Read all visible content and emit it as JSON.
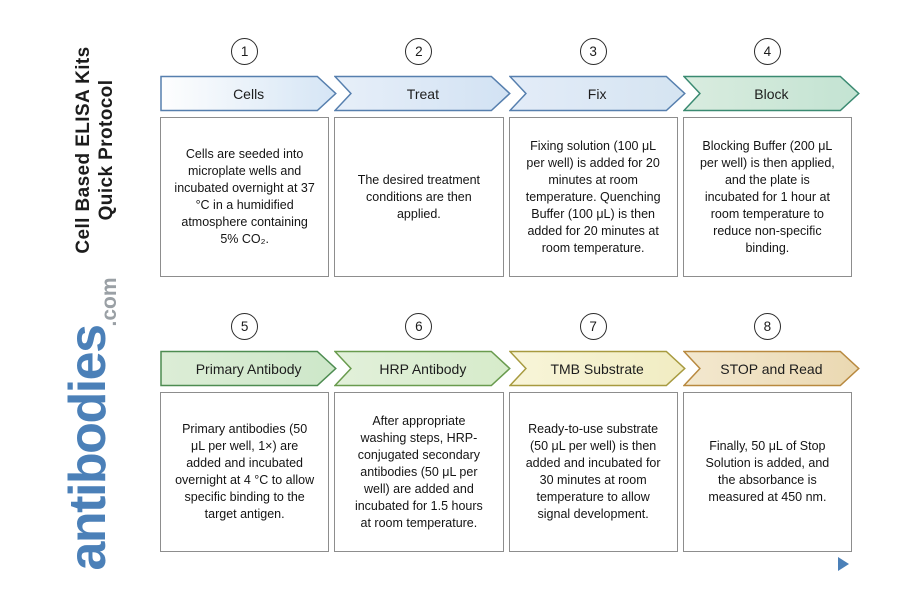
{
  "brand": {
    "vertical_title": {
      "line1": "Cell Based ELISA Kits",
      "line2": "Quick Protocol"
    },
    "logo": {
      "text": "antibodies",
      "suffix": ".com",
      "text_color": "#4b80b8",
      "suffix_color": "#9aa0a5"
    }
  },
  "rows": [
    {
      "steps": [
        {
          "number": "1",
          "label": "Cells",
          "description": "Cells are seeded into microplate wells and incubated overnight at 37 °C in a humidified atmosphere containing 5% CO₂.",
          "fill_left": "#fefefe",
          "fill_right": "#d5e5f5",
          "stroke": "#567fae"
        },
        {
          "number": "2",
          "label": "Treat",
          "description": "The desired treatment conditions are then applied.",
          "fill_left": "#e7eff9",
          "fill_right": "#d2e2f3",
          "stroke": "#567fae"
        },
        {
          "number": "3",
          "label": "Fix",
          "description": "Fixing solution (100 μL per well) is added for 20 minutes at room temperature. Quenching Buffer (100 μL) is then added for 20 minutes at room temperature.",
          "fill_left": "#e3ecf8",
          "fill_right": "#d5e4f1",
          "stroke": "#567fae"
        },
        {
          "number": "4",
          "label": "Block",
          "description": "Blocking Buffer (200 μL per well) is then applied, and the plate is incubated for 1 hour at room temperature to reduce non-specific binding.",
          "fill_left": "#d9ecdf",
          "fill_right": "#c3e3d2",
          "stroke": "#3a8a71"
        }
      ]
    },
    {
      "steps": [
        {
          "number": "5",
          "label": "Primary Antibody",
          "description": "Primary antibodies (50 μL per well, 1×) are added and incubated overnight at 4 °C to allow specific binding to the target antigen.",
          "fill_left": "#dcedd6",
          "fill_right": "#cde7c9",
          "stroke": "#4d8c51"
        },
        {
          "number": "6",
          "label": "HRP Antibody",
          "description": "After appropriate washing steps, HRP-conjugated secondary antibodies (50 μL per well) are added and incubated for 1.5 hours at room temperature.",
          "fill_left": "#e2f0da",
          "fill_right": "#d6ebca",
          "stroke": "#699b4e"
        },
        {
          "number": "7",
          "label": "TMB Substrate",
          "description": "Ready-to-use substrate (50 μL per well) is then added and incubated for 30 minutes at room temperature to allow signal development.",
          "fill_left": "#f8f5d9",
          "fill_right": "#f1ecc2",
          "stroke": "#a79a3f"
        },
        {
          "number": "8",
          "label": "STOP and Read",
          "description": "Finally, 50 μL of Stop Solution is added, and the absorbance is measured at 450 nm.",
          "fill_left": "#f3e8cf",
          "fill_right": "#ead8b1",
          "stroke": "#b8893f"
        }
      ]
    }
  ]
}
